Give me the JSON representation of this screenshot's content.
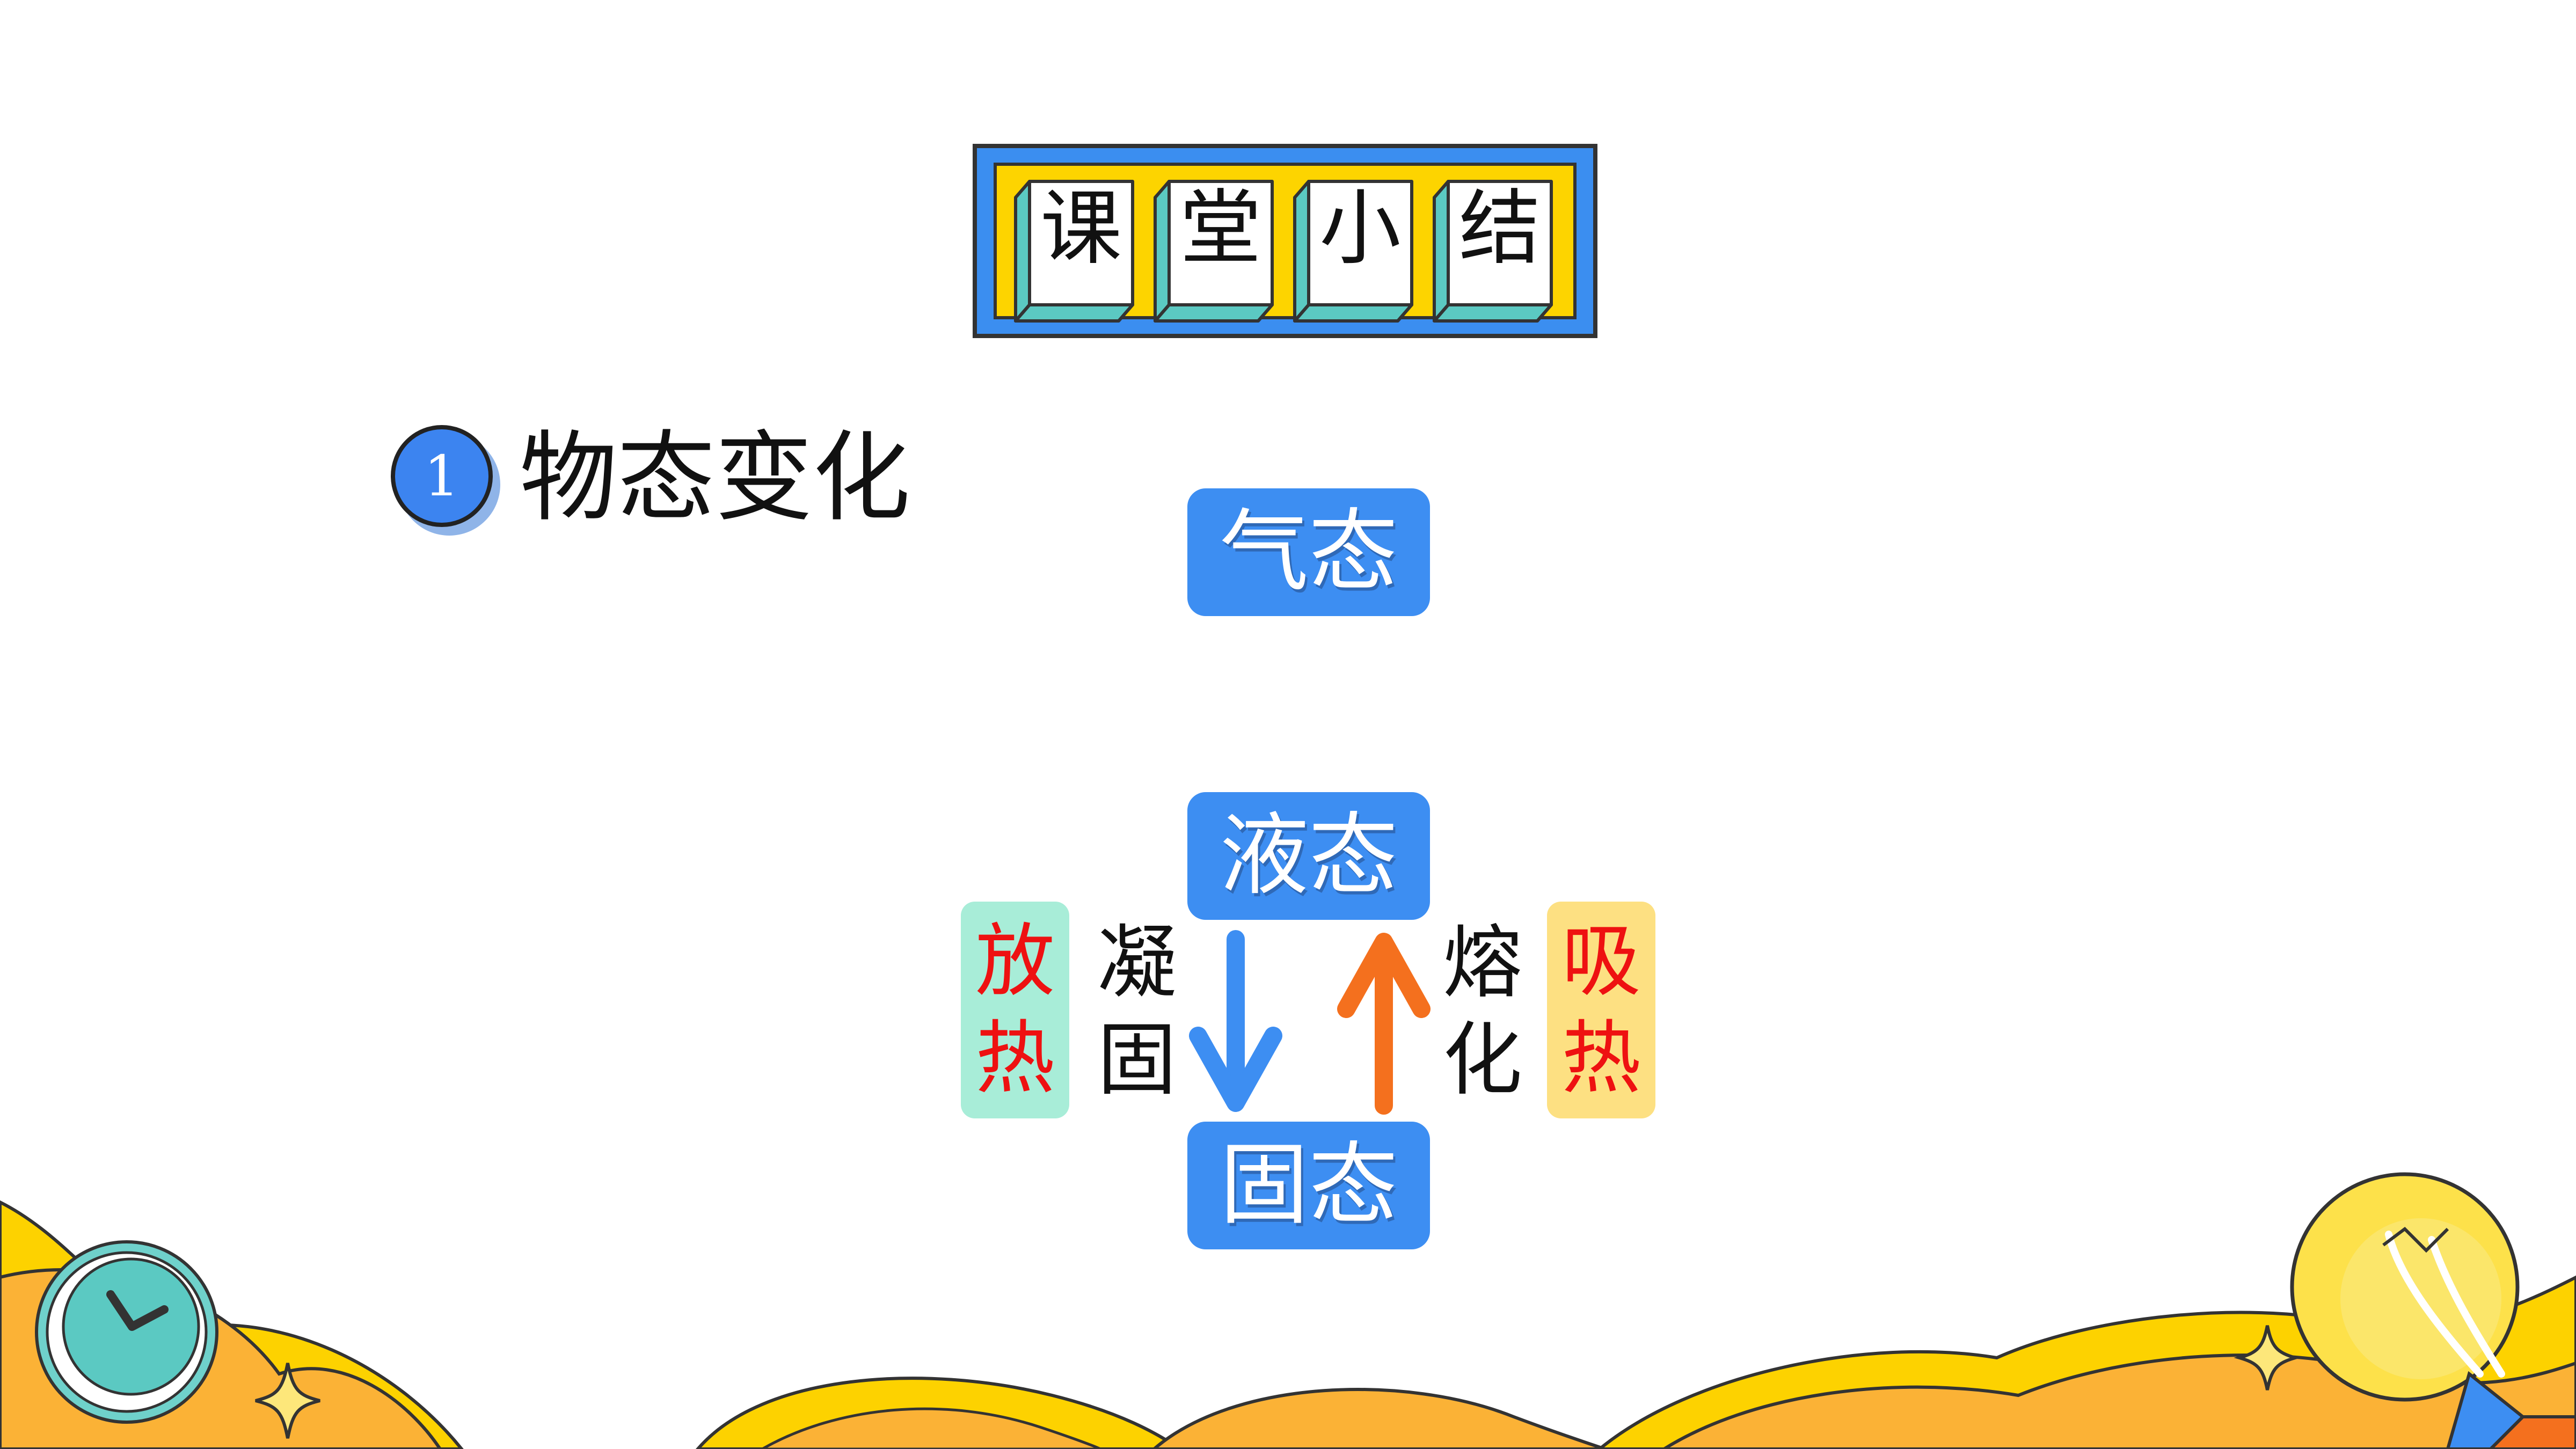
{
  "title": {
    "chars": [
      "课",
      "堂",
      "小",
      "结"
    ]
  },
  "section": {
    "number": "1",
    "title": "物态变化"
  },
  "states": {
    "gas": "气态",
    "liquid": "液态",
    "solid": "固态"
  },
  "transitions": {
    "solidification": {
      "chars": [
        "凝",
        "固"
      ],
      "heat": [
        "放",
        "热"
      ],
      "heat_color": "#a8edd8",
      "arrow_color": "#3d8ef2"
    },
    "melting": {
      "chars": [
        "熔",
        "化"
      ],
      "heat": [
        "吸",
        "热"
      ],
      "heat_color": "#fde082",
      "arrow_color": "#f4701e"
    }
  },
  "colors": {
    "accent_blue": "#3d8ef2",
    "banner_yellow": "#fdd400",
    "heat_text": "#ee1111",
    "footer_orange": "#fbb236"
  },
  "icons": [
    "clock-icon",
    "lightbulb-icon",
    "sparkle-icon"
  ]
}
